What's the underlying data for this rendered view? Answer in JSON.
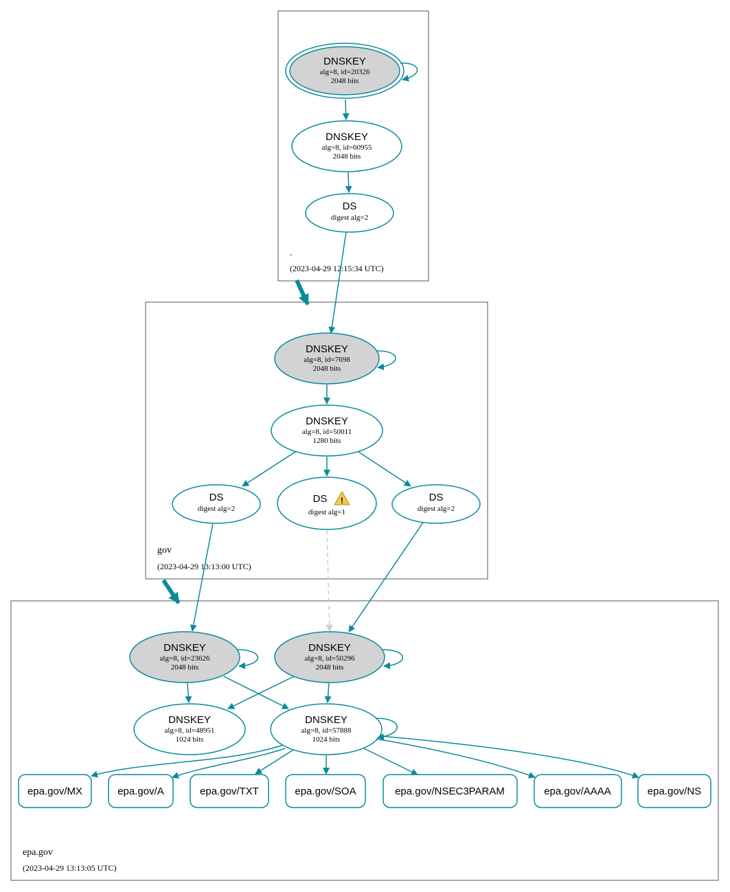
{
  "colors": {
    "edge": "#0a8a9a",
    "ksk_fill": "#d3d3d3",
    "border": "#555555",
    "warn": "#f2c94c",
    "insecure_edge": "#cccccc"
  },
  "zones": {
    "root": {
      "name": ".",
      "time": "(2023-04-29 12:15:34 UTC)",
      "ksk": {
        "title": "DNSKEY",
        "line1": "alg=8, id=20326",
        "line2": "2048 bits"
      },
      "zsk": {
        "title": "DNSKEY",
        "line1": "alg=8, id=60955",
        "line2": "2048 bits"
      },
      "ds": {
        "title": "DS",
        "line1": "digest alg=2"
      }
    },
    "gov": {
      "name": "gov",
      "time": "(2023-04-29 13:13:00 UTC)",
      "ksk": {
        "title": "DNSKEY",
        "line1": "alg=8, id=7698",
        "line2": "2048 bits"
      },
      "zsk": {
        "title": "DNSKEY",
        "line1": "alg=8, id=50011",
        "line2": "1280 bits"
      },
      "ds_left": {
        "title": "DS",
        "line1": "digest alg=2"
      },
      "ds_mid": {
        "title": "DS",
        "line1": "digest alg=1",
        "icon": "warning-icon"
      },
      "ds_right": {
        "title": "DS",
        "line1": "digest alg=2"
      }
    },
    "epa": {
      "name": "epa.gov",
      "time": "(2023-04-29 13:13:05 UTC)",
      "ksk_a": {
        "title": "DNSKEY",
        "line1": "alg=8, id=23626",
        "line2": "2048 bits"
      },
      "ksk_b": {
        "title": "DNSKEY",
        "line1": "alg=8, id=50296",
        "line2": "2048 bits"
      },
      "zsk_a": {
        "title": "DNSKEY",
        "line1": "alg=8, id=48951",
        "line2": "1024 bits"
      },
      "zsk_b": {
        "title": "DNSKEY",
        "line1": "alg=8, id=57888",
        "line2": "1024 bits"
      },
      "rrsets": [
        "epa.gov/MX",
        "epa.gov/A",
        "epa.gov/TXT",
        "epa.gov/SOA",
        "epa.gov/NSEC3PARAM",
        "epa.gov/AAAA",
        "epa.gov/NS"
      ]
    }
  }
}
